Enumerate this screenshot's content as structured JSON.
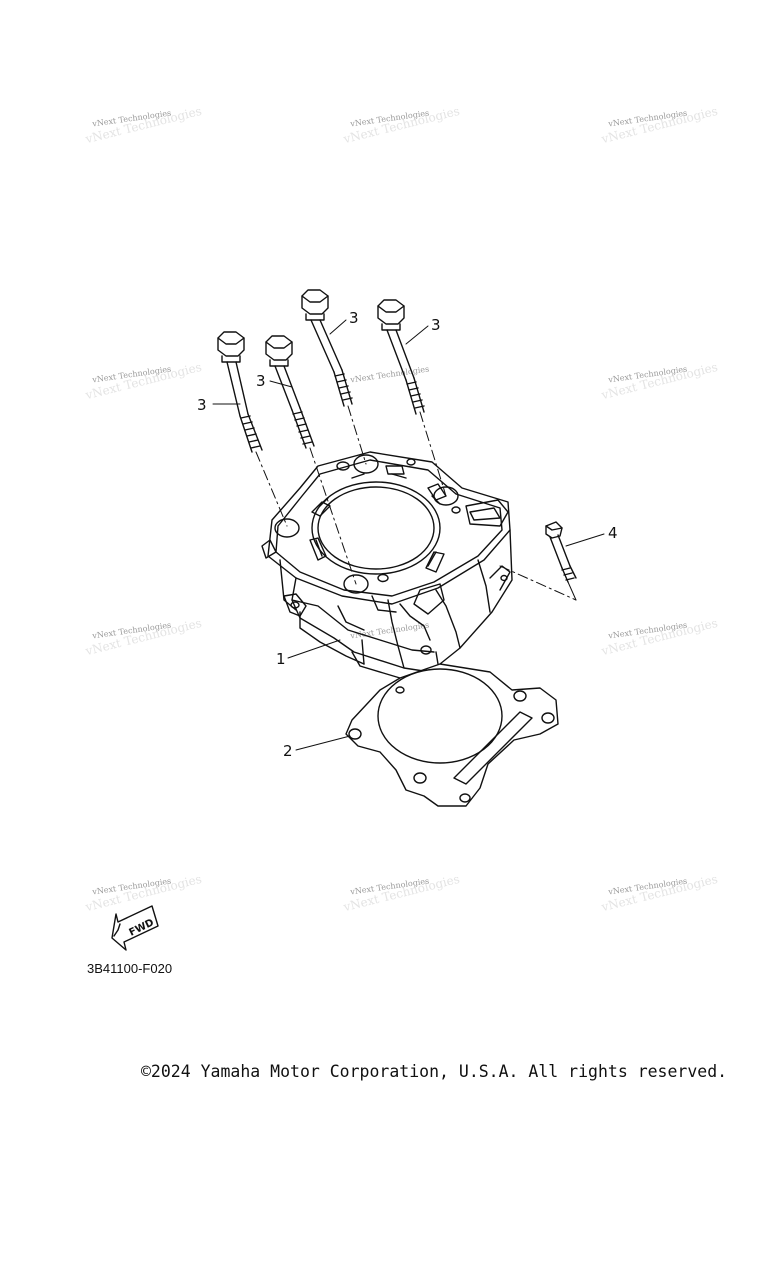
{
  "watermark": {
    "text": "vNext Technologies"
  },
  "callouts": {
    "cylinder": "1",
    "gasket": "2",
    "bolt_a": "3",
    "bolt_b": "3",
    "bolt_c": "3",
    "bolt_d": "3",
    "small_bolt": "4"
  },
  "fwd_label": "FWD",
  "diagram_code": "3B41100-F020",
  "copyright": "©2024 Yamaha Motor Corporation, U.S.A. All rights reserved."
}
